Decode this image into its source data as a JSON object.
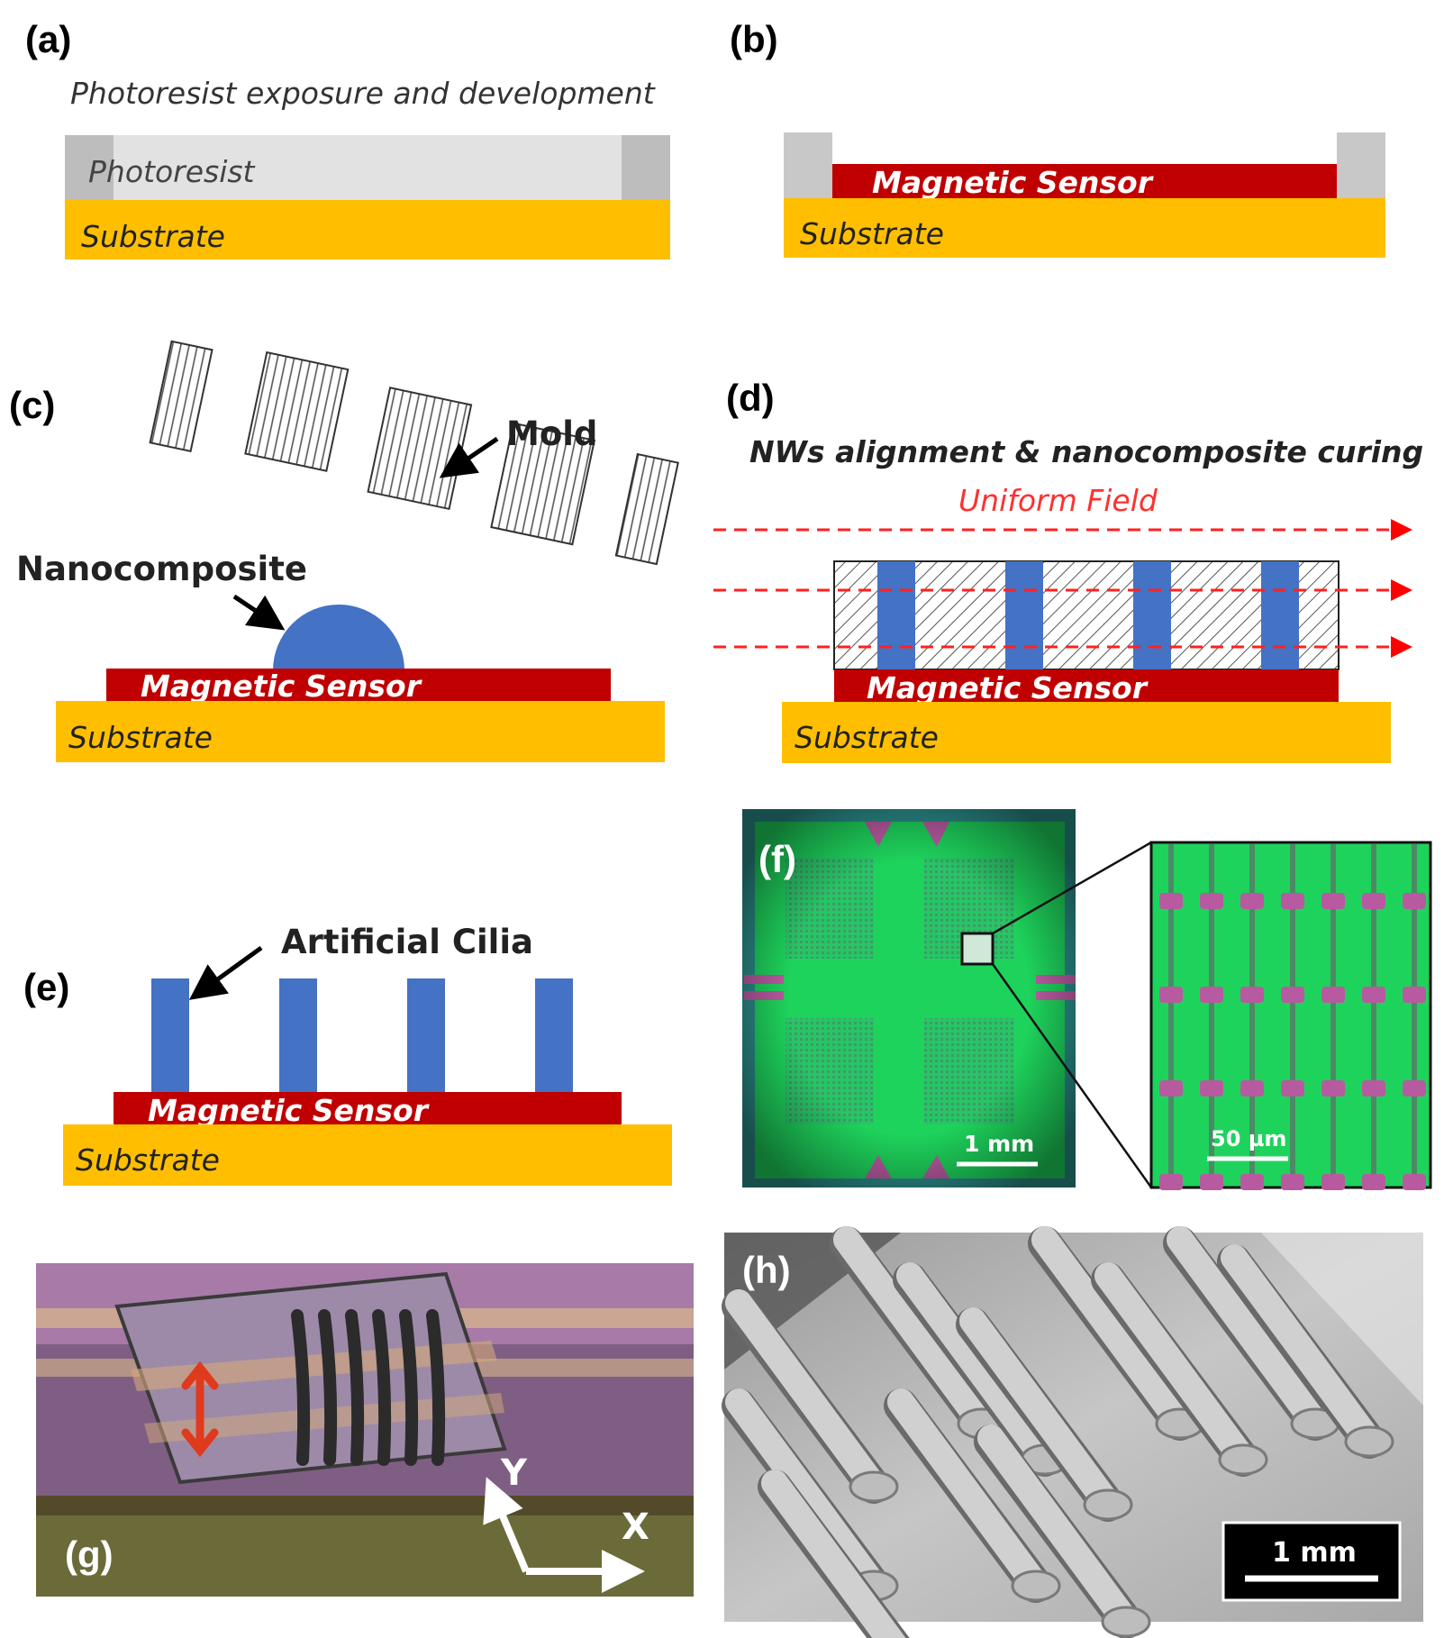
{
  "colors": {
    "substrate": "#ffbf00",
    "sensor": "#c00000",
    "photoresist_light": "#e2e2e2",
    "photoresist_dark": "#bdbdbd",
    "cilia": "#4472c4",
    "field": "#ff0000",
    "micro_green": "#1ed35c",
    "micro_pad": "#b85aa0"
  },
  "panels": {
    "a": {
      "label": "(a)",
      "title": "Photoresist exposure and development",
      "photoresist": "Photoresist",
      "substrate": "Substrate"
    },
    "b": {
      "label": "(b)",
      "sensor": "Magnetic Sensor",
      "substrate": "Substrate"
    },
    "c": {
      "label": "(c)",
      "mold": "Mold",
      "nanocomposite": "Nanocomposite",
      "sensor": "Magnetic Sensor",
      "substrate": "Substrate"
    },
    "d": {
      "label": "(d)",
      "title": "NWs alignment & nanocomposite curing",
      "field": "Uniform Field",
      "sensor": "Magnetic Sensor",
      "substrate": "Substrate"
    },
    "e": {
      "label": "(e)",
      "cilia": "Artificial Cilia",
      "sensor": "Magnetic Sensor",
      "substrate": "Substrate"
    },
    "f": {
      "label": "(f)",
      "scale_main": "1 mm",
      "scale_zoom": "50 µm"
    },
    "g": {
      "label": "(g)",
      "axis_y": "Y",
      "axis_x": "X"
    },
    "h": {
      "label": "(h)",
      "scale": "1 mm"
    }
  }
}
